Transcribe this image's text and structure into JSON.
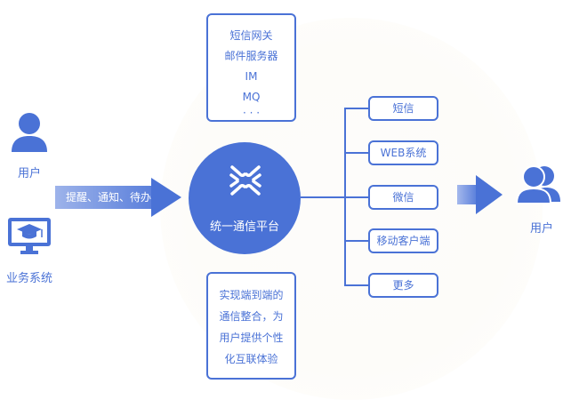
{
  "colors": {
    "primary": "#4a72d6",
    "arrow_light": "#9db3ea",
    "background": "#ffffff"
  },
  "left": {
    "user_label": "用户",
    "user_icon": "person-icon",
    "system_label": "业务系统",
    "system_icon": "monitor-graduation-cap-icon",
    "arrow_text": "提醒、通知、待办"
  },
  "top_box": {
    "lines": [
      "短信网关",
      "邮件服务器",
      "IM",
      "MQ",
      "· · ·"
    ]
  },
  "center": {
    "title": "统一通信平台",
    "icon": "platform-logo-icon"
  },
  "bottom_box": {
    "lines": [
      "实现端到端的",
      "通信整合，为",
      "用户提供个性",
      "化互联体验"
    ]
  },
  "channels": [
    "短信",
    "WEB系统",
    "微信",
    "移动客户端",
    "更多"
  ],
  "right": {
    "user_label": "用户",
    "user_icon": "users-group-icon"
  }
}
